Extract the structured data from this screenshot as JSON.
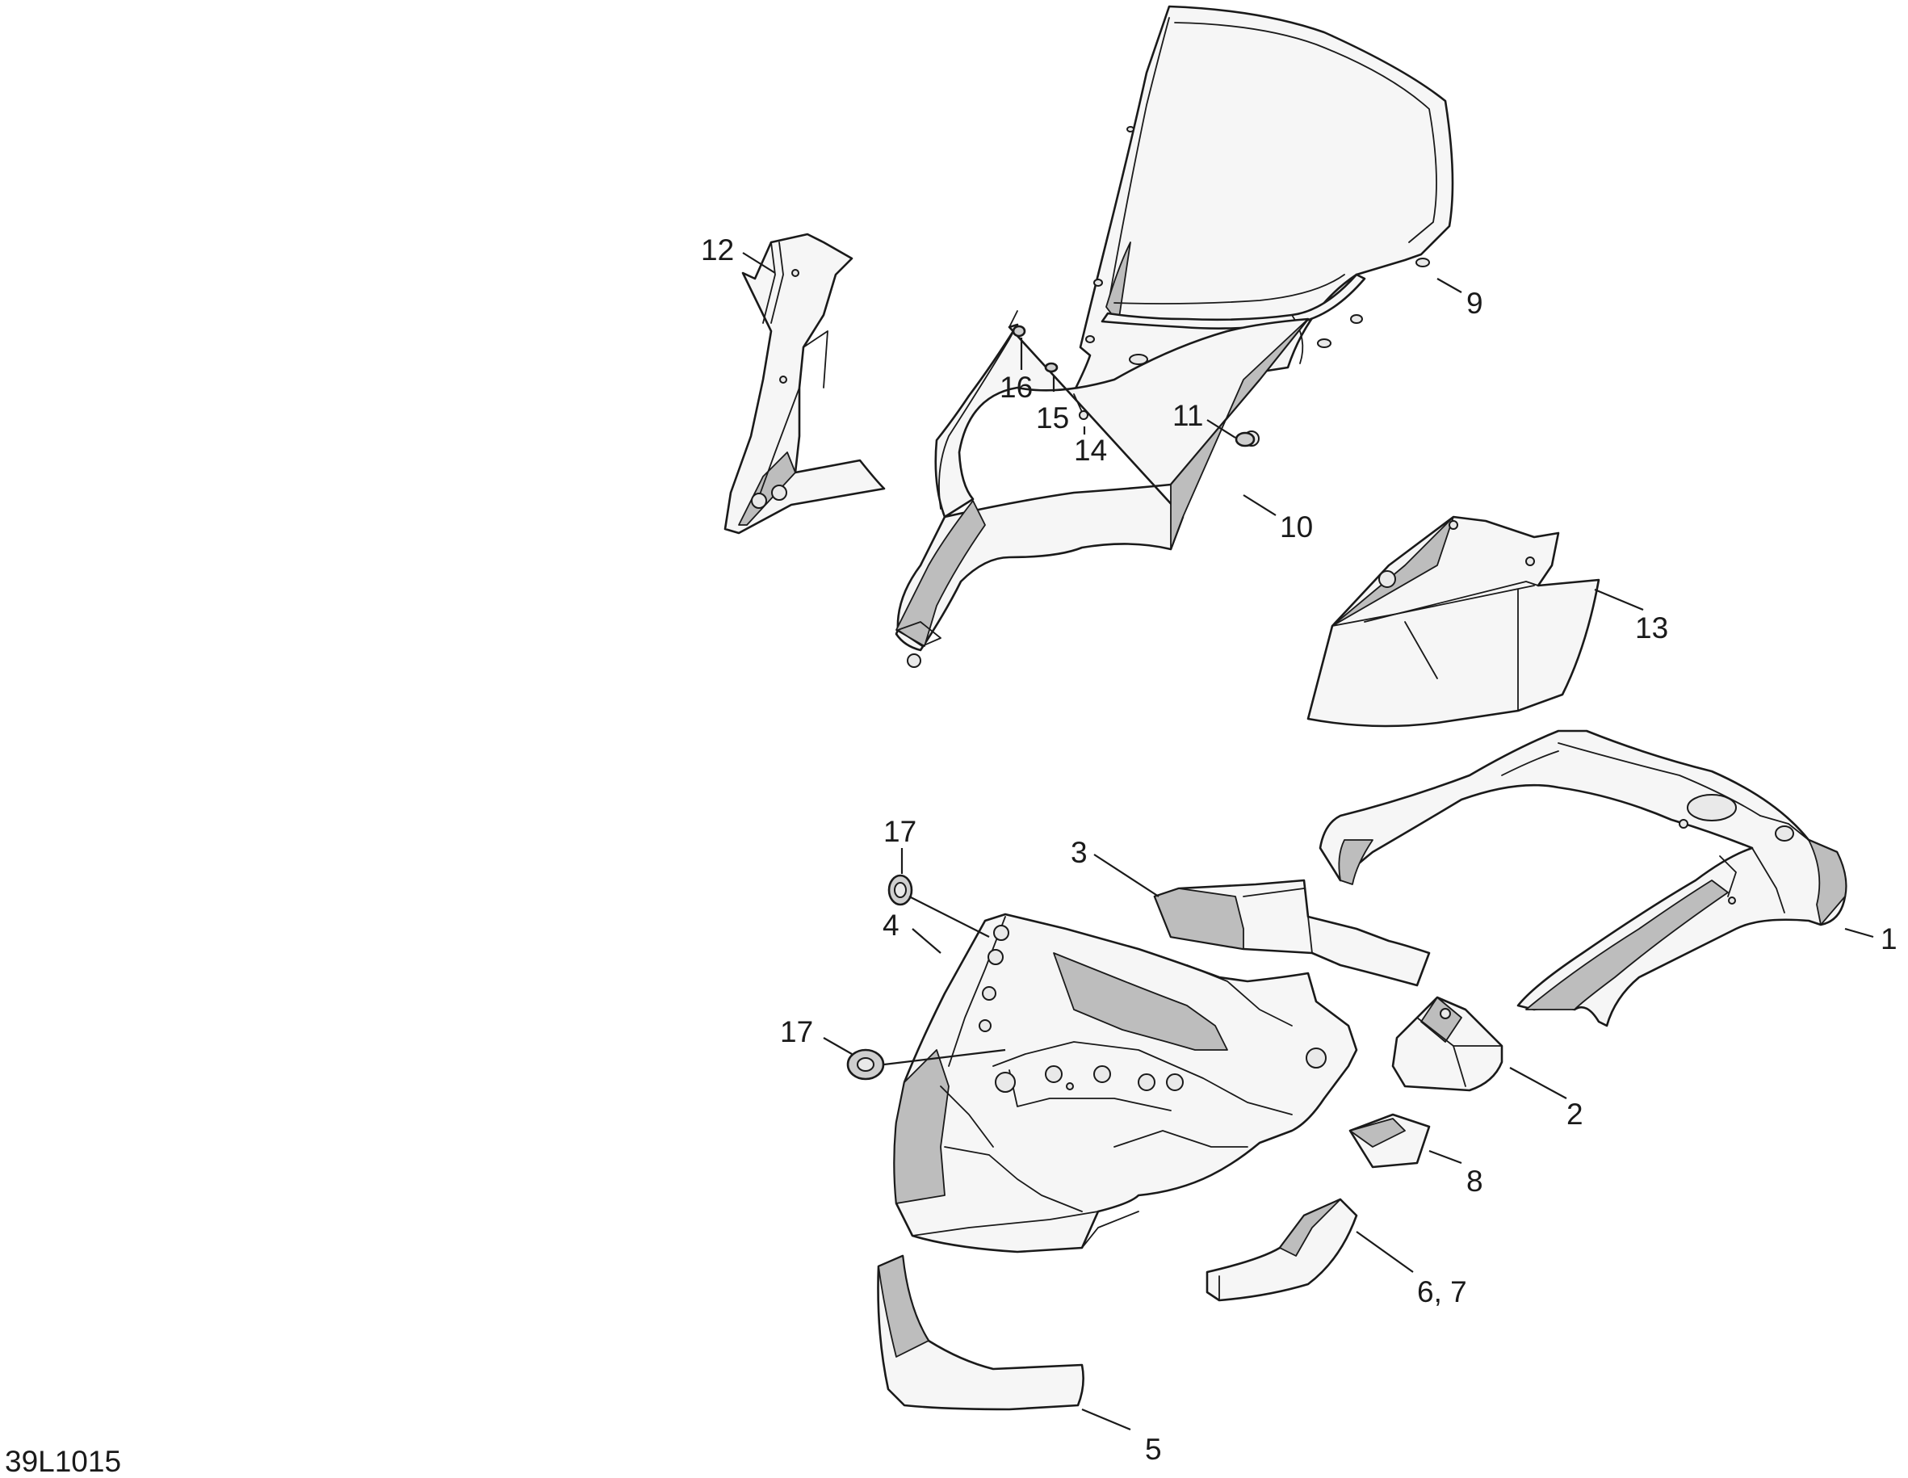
{
  "diagram": {
    "drawing_number": "39L1015",
    "callouts": [
      "1",
      "2",
      "3",
      "4",
      "5",
      "6, 7",
      "8",
      "9",
      "10",
      "11",
      "12",
      "13",
      "14",
      "15",
      "16",
      "17",
      "17"
    ]
  }
}
